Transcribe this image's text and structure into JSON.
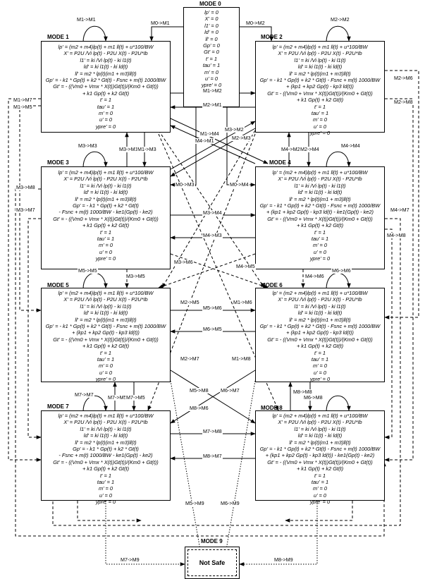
{
  "modes": [
    {
      "title": "MODE 0",
      "equations": [
        "lp' = 0",
        "X' = 0",
        "l1' = 0",
        "ld' = 0",
        "ll' = 0",
        "Gp' = 0",
        "Gt' = 0",
        "t' = 1",
        "tau' = 1",
        "m' = 0",
        "u' = 0",
        "ypre' = 0"
      ]
    },
    {
      "title": "MODE 1",
      "equations": [
        "lp' = (m2 + m4)lp(t) + m1 ll(t) + u*100/BW",
        "X' = P2U /Vi lp(t) - P2U X(t) - P2U*Ib",
        "l1' = ki /Vi lp(t) - ki l1(t)",
        "ld' = ki l1(t) - ki ld(t)",
        "ll' = m2 * lp(t)(m1 + m3)ll(t)",
        "Gp' = - k1 * Gp(t) + k2 * Gt(t) - Fsnc + m(t) 1000/BW",
        "Gt' = - ((Vm0 + Vmx * X(t))Gt(t))/(Km0 + Gt(t))",
        "+ k1 Gp(t) + k2 Gt(t)",
        "t' = 1",
        "tau' = 1",
        "m' = 0",
        "u' = 0",
        "ypre' = 0"
      ]
    },
    {
      "title": "MODE 2",
      "equations": [
        "lp' = (m2 + m4)lp(t) + m1 ll(t) + u*100/BW",
        "X' = P2U /Vi lp(t) - P2U X(t) - P2U*Ib",
        "l1' = ki /Vi lp(t) - ki l1(t)",
        "ld' = ki l1(t) - ki ld(t)",
        "ll' = m2 * lp(t)(m1 + m3)ll(t)",
        "Gp' = - k1 * Gp(t) + k2 * Gt(t) - Fsnc + m(t) 1000/BW",
        "+ (kp1 + kp2 Gp(t) - kp3 ld(t))",
        "Gt' = - ((Vm0 + Vmx * X(t))Gt(t))/(Km0 + Gt(t))",
        "+ k1 Gp(t) + k2 Gt(t)",
        "t' = 1",
        "tau' = 1",
        "m' = 0",
        "u' = 0",
        "ypre' = 0"
      ]
    },
    {
      "title": "MODE 3",
      "equations": [
        "lp' = (m2 + m4)lp(t) + m1 ll(t) + u*100/BW",
        "X' = P2U /Vi lp(t) - P2U X(t) - P2U*Ib",
        "l1' = ki /Vi lp(t) - ki l1(t)",
        "ld' = ki l1(t) - ki ld(t)",
        "ll' = m2 * lp(t)(m1 + m3)ll(t)",
        "Gp' = - k1 * Gp(t) + k2 * Gt(t)",
        "- Fsnc + m(t) 1000/BW - ke1(Gp(t) - ke2)",
        "Gt' = - ((Vm0 + Vmx * X(t))Gt(t))/(Km0 + Gt(t))",
        "+ k1 Gp(t) + k2 Gt(t)",
        "t' = 1",
        "tau' = 1",
        "m' = 0",
        "u' = 0",
        "ypre' = 0"
      ]
    },
    {
      "title": "MODE 4",
      "equations": [
        "lp' = (m2 + m4)lp(t) + m1 ll(t) + u*100/BW",
        "X' = P2U /Vi lp(t) - P2U X(t) - P2U*Ib",
        "l1' = ki /Vi lp(t) - ki l1(t)",
        "ld' = ki l1(t) - ki ld(t)",
        "ll' = m2 * lp(t)(m1 + m3)ll(t)",
        "Gp' = - k1 * Gp(t) + k2 * Gt(t) - Fsnc + m(t) 1000/BW",
        "+ (kp1 + kp2 Gp(t) - kp3 ld(t) - ke1(Gp(t) - ke2)",
        "Gt' = - ((Vm0 + Vmx * X(t))Gt(t))/(Km0 + Gt(t))",
        "+ k1 Gp(t) + k2 Gt(t)",
        "t' = 1",
        "tau' = 1",
        "m' = 0",
        "u' = 0",
        "ypre' = 0"
      ]
    },
    {
      "title": "MODE 5",
      "equations": [
        "lp' = (m2 + m4)lp(t) + m1 ll(t) + u*100/BW",
        "X' = P2U /Vi lp(t) - P2U X(t) - P2U*Ib",
        "l1' = ki /Vi lp(t) - ki l1(t)",
        "ld' = ki l1(t) - ki ld(t)",
        "ll' = m2 * lp(t)(m1 + m3)ll(t)",
        "Gp' = - k1 * Gp(t) + k2 * Gt(t) - Fsnc + m(t) 1000/BW",
        "+ (kp1 + kp2 Gp(t) - kp3 ld(t))",
        "Gt' = - ((Vm0 + Vmx * X(t))Gt(t))/(Km0 + Gt(t))",
        "+ k1 Gp(t) + k2 Gt(t)",
        "t' = 1",
        "tau' = 1",
        "m' = 0",
        "u' = 0",
        "ypre' = 0"
      ]
    },
    {
      "title": "MODE 6",
      "equations": [
        "lp' = (m2 + m4)lp(t) + m1 ll(t) + u*100/BW",
        "X' = P2U /Vi lp(t) - P2U X(t) - P2U*Ib",
        "l1' = ki /Vi lp(t) - ki l1(t)",
        "ld' = ki l1(t) - ki ld(t)",
        "ll' = m2 * lp(t)(m1 + m3)ll(t)",
        "Gp' = - k1 * Gp(t) + k2 * Gt(t) - Fsnc + m(t) 1000/BW",
        "+ (kp1 + kp2 Gp(t) - kp3 ld(t))",
        "Gt' = - ((Vm0 + Vmx * X(t))Gt(t))/(Km0 + Gt(t))",
        "+ k1 Gp(t) + k2 Gt(t)",
        "t' = 1",
        "tau' = 1",
        "m' = 0",
        "u' = 0",
        "ypre' = 0"
      ]
    },
    {
      "title": "MODE 7",
      "equations": [
        "lp' = (m2 + m4)lp(t) + m1 ll(t) + u*100/BW",
        "X' = P2U /Vi lp(t) - P2U X(t) - P2U*Ib",
        "l1' = ki /Vi lp(t) - ki l1(t)",
        "ld' = ki l1(t) - ki ld(t)",
        "ll' = m2 * lp(t)(m1 + m3)ll(t)",
        "Gp' = - k1 * Gp(t) + k2 * Gt(t)",
        "- Fsnc + m(t) 1000/BW - ke1(Gp(t) - ke2)",
        "Gt' = - ((Vm0 + Vmx * X(t))Gt(t))/(Km0 + Gt(t))",
        "+ k1 Gp(t) + k2 Gt(t)",
        "t' = 1",
        "tau' = 1",
        "m' = 0",
        "u' = 0",
        "ypre' = 0"
      ]
    },
    {
      "title": "MODE 8",
      "equations": [
        "lp' = (m2 + m4)lp(t) + m1 ll(t) + u*100/BW",
        "X' = P2U /Vi lp(t) - P2U X(t) - P2U*Ib",
        "l1' = ki /Vi lp(t) - ki l1(t)",
        "ld' = ki l1(t) - ki ld(t)",
        "ll' = m2 * lp(t)(m1 + m3)ll(t)",
        "Gp' = - k1 * Gp(t) + k2 * Gt(t) - Fsnc + m(t) 1000/BW",
        "+ (kp1 + kp2 Gp(t) - kp3 ld(t)) - ke1(Gp(t) - ke2)",
        "Gt' = - ((Vm0 + Vmx * X(t))Gt(t))/(Km0 + Gt(t))",
        "+ k1 Gp(t) + k2 Gt(t)",
        "t' = 1",
        "tau' = 1",
        "m' = 0",
        "u' = 0",
        "ypre' = 0"
      ]
    }
  ],
  "safe": {
    "mode_title": "MODE 9",
    "label": "Not Safe"
  },
  "edge_labels": {
    "m1_m1": "M1->M1",
    "m0_m1": "M0->M1",
    "m0_m2": "M0->M2",
    "m2_m2": "M2->M2",
    "m1_m2": "M1->M2",
    "m2_m1": "M2->M1",
    "m1_m7": "M1->M7",
    "m1_m5": "M1->M5",
    "m2_m6": "M2->M6",
    "m2_m8": "M2->M8",
    "m1_m4": "M1->M4",
    "m4_m1": "M4->M1",
    "m3_m2": "M3->M2",
    "m2_m3": "M2->M3",
    "m3_m3": "M3->M3",
    "m3_m1": "M3->M1",
    "m1_m3": "M1->M3",
    "m4_m2": "M4->M2",
    "m2_m4": "M2->M4",
    "m4_m4": "M4->M4",
    "m0_m3": "M0->M3",
    "m0_m4": "M0->M4",
    "m3_m8": "M3->M8",
    "m3_m7": "M3->M7",
    "m4_m7": "M4->M7",
    "m4_m8": "M4->M8",
    "m3_m4": "M3->M4",
    "m4_m3": "M4->M3",
    "m3_m6": "M3->M6",
    "m4_m5": "M4->M5",
    "m5_m5": "M5->M5",
    "m3_m5": "M3->M5",
    "m6_m6": "M6->M6",
    "m4_m6": "M4->M6",
    "m2_m5": "M2->M5",
    "m1_m6": "M1->M6",
    "m5_m6": "M5->M6",
    "m6_m5": "M6->M5",
    "m2_m7": "M2->M7",
    "m1_m8": "M1->M8",
    "m5_m8": "M5->M8",
    "m6_m7": "M6->M7",
    "m7_m7": "M7->M7",
    "m5_m7": "M7->M5",
    "m8_m8": "M8->M8",
    "m8_m6": "M8->M6",
    "m6_m8": "M6->M8",
    "m7_m8": "M7->M8",
    "m8_m7": "M8->M7",
    "m5_m9": "M5->M9",
    "m6_m9": "M6->M9",
    "m7_m9": "M7->M9",
    "m8_m9": "M8->M9"
  }
}
